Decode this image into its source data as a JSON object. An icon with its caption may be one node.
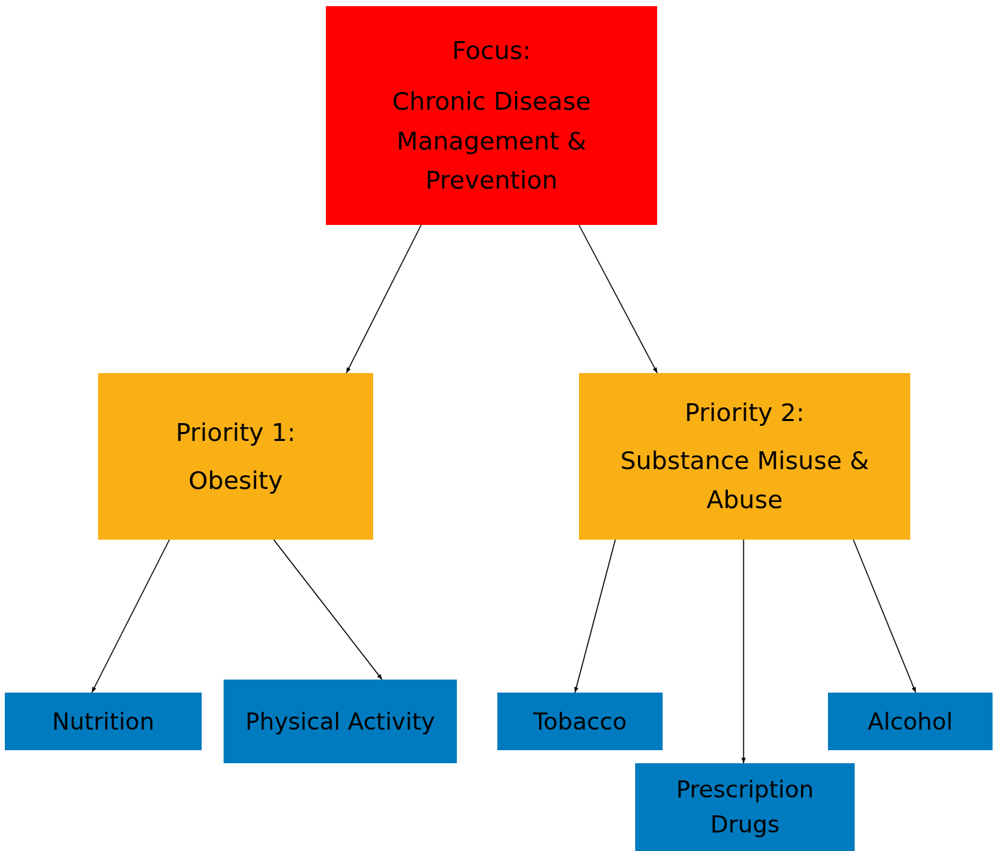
{
  "diagram": {
    "nodes": [
      {
        "text": [
          "Focus:",
          "Chronic Disease Management & Prevention"
        ]
      },
      {
        "text": [
          "Priority 1:",
          "Obesity"
        ]
      },
      {
        "text": [
          "Priority 2:",
          "Substance Misuse & Abuse"
        ]
      },
      {
        "text": [
          "Nutrition"
        ]
      },
      {
        "text": [
          "Physical Activity"
        ]
      },
      {
        "text": [
          "Tobacco"
        ]
      },
      {
        "text": [
          "Prescription Drugs"
        ]
      },
      {
        "text": [
          "Alcohol"
        ]
      }
    ],
    "edges": [
      {
        "from": 0,
        "to": 1,
        "arrow": "to"
      },
      {
        "from": 0,
        "to": 2,
        "arrow": "to"
      },
      {
        "from": 1,
        "to": 3,
        "arrow": "to"
      },
      {
        "from": 1,
        "to": 4,
        "arrow": "to"
      },
      {
        "from": 2,
        "to": 5,
        "arrow": "to"
      },
      {
        "from": 2,
        "to": 6,
        "arrow": "to"
      },
      {
        "from": 2,
        "to": 7,
        "arrow": "to"
      }
    ]
  }
}
